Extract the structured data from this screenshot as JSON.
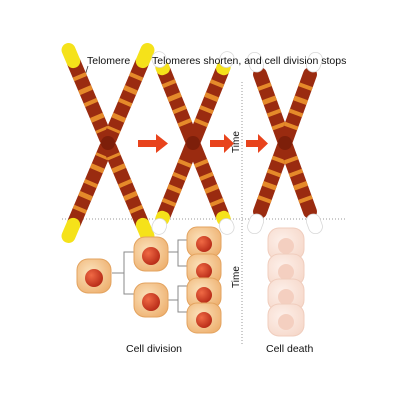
{
  "labels": {
    "telomere": "Telomere",
    "shorten_caption": "Telomeres shorten, and cell division stops",
    "time_top": "Time",
    "time_bottom": "Time",
    "cell_division": "Cell division",
    "cell_death": "Cell death"
  },
  "colors": {
    "chromatid_dark": "#9a2b10",
    "chromatid_band": "#e58a2a",
    "telomere": "#f5e21a",
    "arrow": "#e8431c",
    "divider": "#9a9a9a",
    "cell_body": "#f3c58f",
    "nucleus": "#d8402a",
    "ghost_cell": "#f9e1d6"
  },
  "icons": {
    "chromosome": "chromosome-icon",
    "arrow": "right-arrow-icon",
    "cell": "cell-icon"
  }
}
